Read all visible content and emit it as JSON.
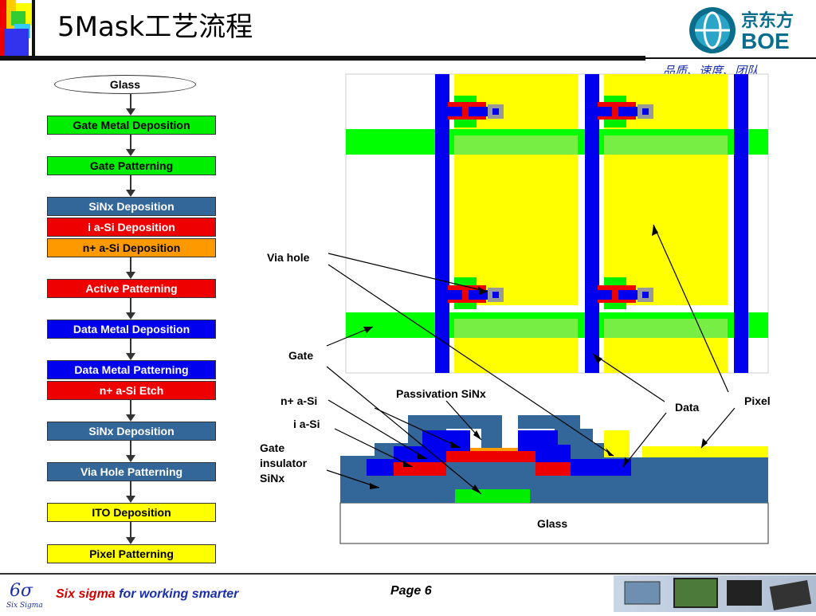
{
  "title": "5Mask工艺流程",
  "tagline": "品质、速度、团队",
  "logo": {
    "chinese": "京东方",
    "english": "BOE"
  },
  "flow": {
    "start": "Glass",
    "steps": [
      {
        "label": "Gate Metal Deposition",
        "color": "#00ee00"
      },
      {
        "label": "Gate Patterning",
        "color": "#00ee00"
      },
      {
        "label": "SiNx Deposition",
        "color": "#336699"
      },
      {
        "label": "i a-Si Deposition",
        "color": "#ee0000"
      },
      {
        "label": "n+ a-Si Deposition",
        "color": "#ff9900"
      },
      {
        "label": "Active Patterning",
        "color": "#ee0000"
      },
      {
        "label": "Data Metal Deposition",
        "color": "#0000ee"
      },
      {
        "label": "Data Metal Patterning",
        "color": "#0000ee"
      },
      {
        "label": "n+ a-Si Etch",
        "color": "#ee0000"
      },
      {
        "label": "SiNx Deposition",
        "color": "#336699"
      },
      {
        "label": "Via Hole Patterning",
        "color": "#336699"
      },
      {
        "label": "ITO Deposition",
        "color": "#ffff00"
      },
      {
        "label": "Pixel Patterning",
        "color": "#ffff00"
      }
    ]
  },
  "labels": {
    "via_hole": "Via hole",
    "gate": "Gate",
    "passivation": "Passivation SiNx",
    "n_plus": "n+ a-Si",
    "i_asi": "i a-Si",
    "gate_insulator_1": "Gate",
    "gate_insulator_2": "insulator",
    "gate_insulator_3": "SiNx",
    "data": "Data",
    "pixel": "Pixel",
    "glass": "Glass"
  },
  "footer": {
    "slogan_red": "Six sigma",
    "slogan_blue": " for working smarter",
    "page": "Page 6"
  },
  "colors": {
    "gate_green": "#00ff00",
    "data_blue": "#0000ee",
    "pixel_yellow": "#ffff00",
    "sinx_blue": "#336699",
    "asi_red": "#ee0000",
    "nplus_orange": "#ff9900",
    "accent_blue": "#1a2fa8"
  }
}
